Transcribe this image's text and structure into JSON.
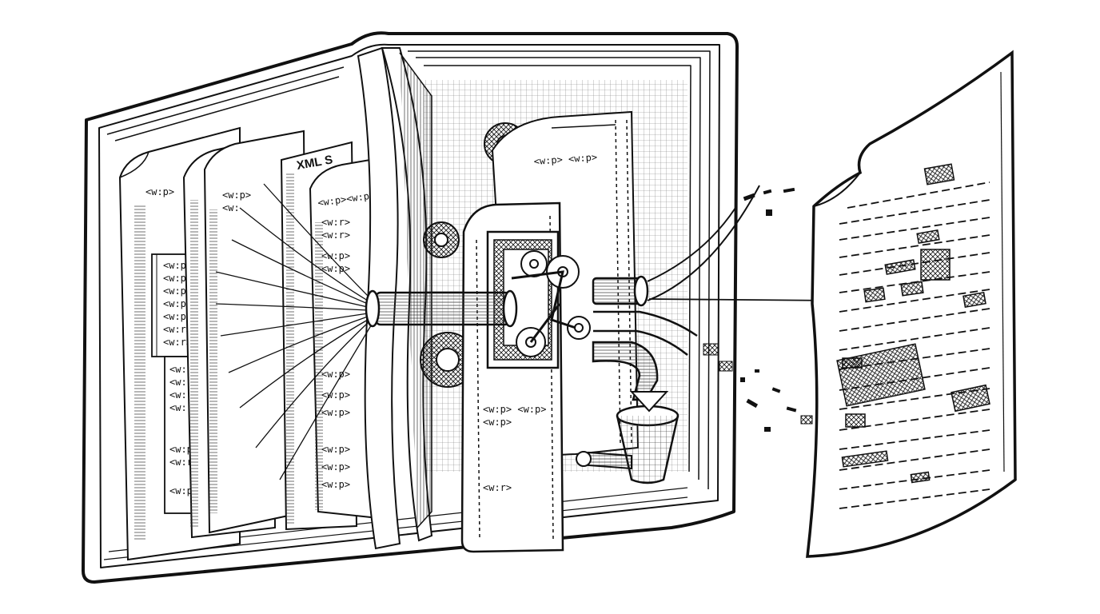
{
  "palette": {
    "ink": "#111111",
    "paper": "#ffffff",
    "shade": "#f3f3f3"
  },
  "heading": "XML S",
  "tags": {
    "p": "<w:p>",
    "r": "<w:r>",
    "pp": "<w:p> <w:p>",
    "ppc": "<w:p><w:p>",
    "trunc": "<w:"
  },
  "icons": [
    "book-icon",
    "gear-icon",
    "funnel-icon",
    "cable-bundle-icon",
    "document-icon"
  ]
}
